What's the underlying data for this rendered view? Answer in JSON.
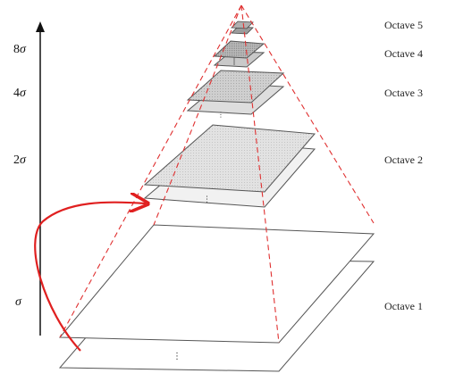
{
  "octaves": [
    {
      "label": "Octave 5"
    },
    {
      "label": "Octave 4"
    },
    {
      "label": "Octave 3"
    },
    {
      "label": "Octave 2"
    },
    {
      "label": "Octave 1"
    }
  ],
  "scale_axis": {
    "ticks": [
      {
        "prefix": "8",
        "symbol": "σ"
      },
      {
        "prefix": "4",
        "symbol": "σ"
      },
      {
        "prefix": "2",
        "symbol": "σ"
      },
      {
        "prefix": "",
        "symbol": "σ"
      }
    ]
  },
  "colors": {
    "arrow": "#e02020",
    "dashed": "#e03030",
    "outline": "#555555",
    "fill_light": "#e4e4e4",
    "fill_mid": "#c8c8c8",
    "fill_dark": "#a8a8a8"
  }
}
